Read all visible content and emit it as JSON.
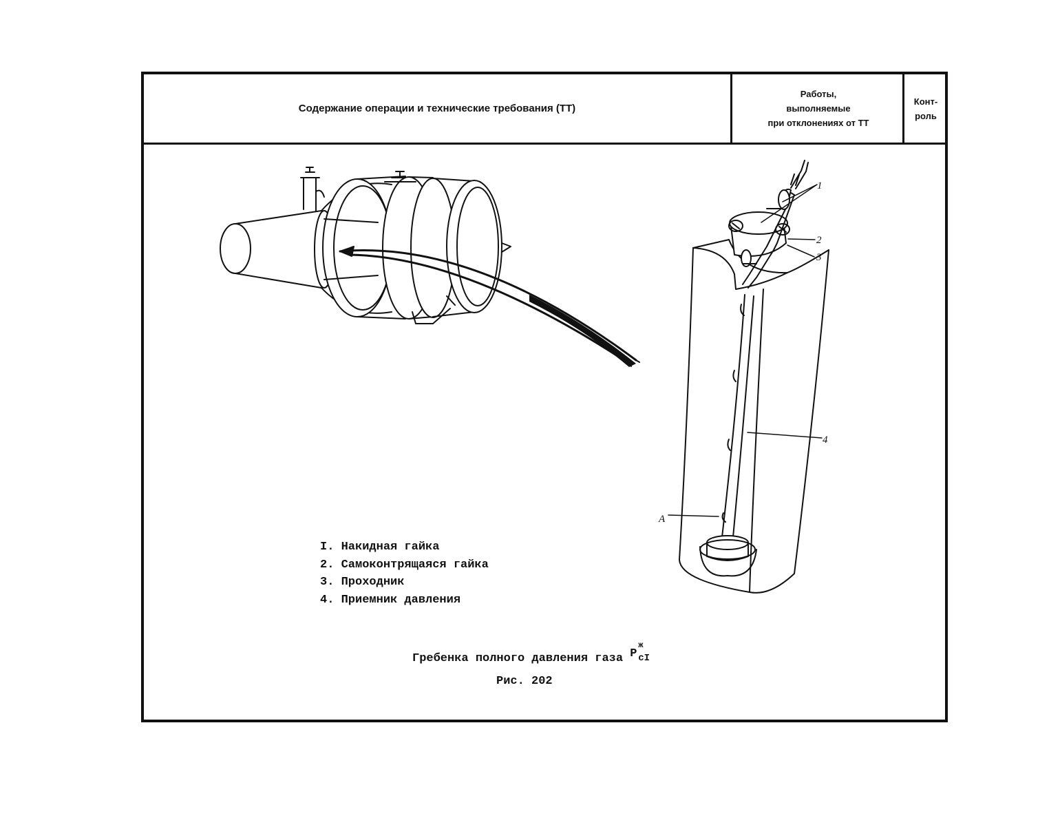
{
  "header": {
    "main": "Содержание операции и технические требования (ТТ)",
    "deviations_lines": [
      "Работы,",
      "выполняемые",
      "при отклонениях от ТТ"
    ],
    "control_lines": [
      "Конт-",
      "роль"
    ]
  },
  "figure": {
    "callouts": {
      "c1": "1",
      "c2": "2",
      "c3": "3",
      "c4": "4",
      "cA": "A"
    }
  },
  "legend": [
    "I. Накидная гайка",
    "2. Самоконтрящаяся гайка",
    "3. Проходник",
    "4. Приемник давления"
  ],
  "caption": {
    "text": "Гребенка полного давления газа",
    "symbol": "P",
    "sup": "ж",
    "sub": "cI",
    "figure_no": "Рис. 202"
  }
}
